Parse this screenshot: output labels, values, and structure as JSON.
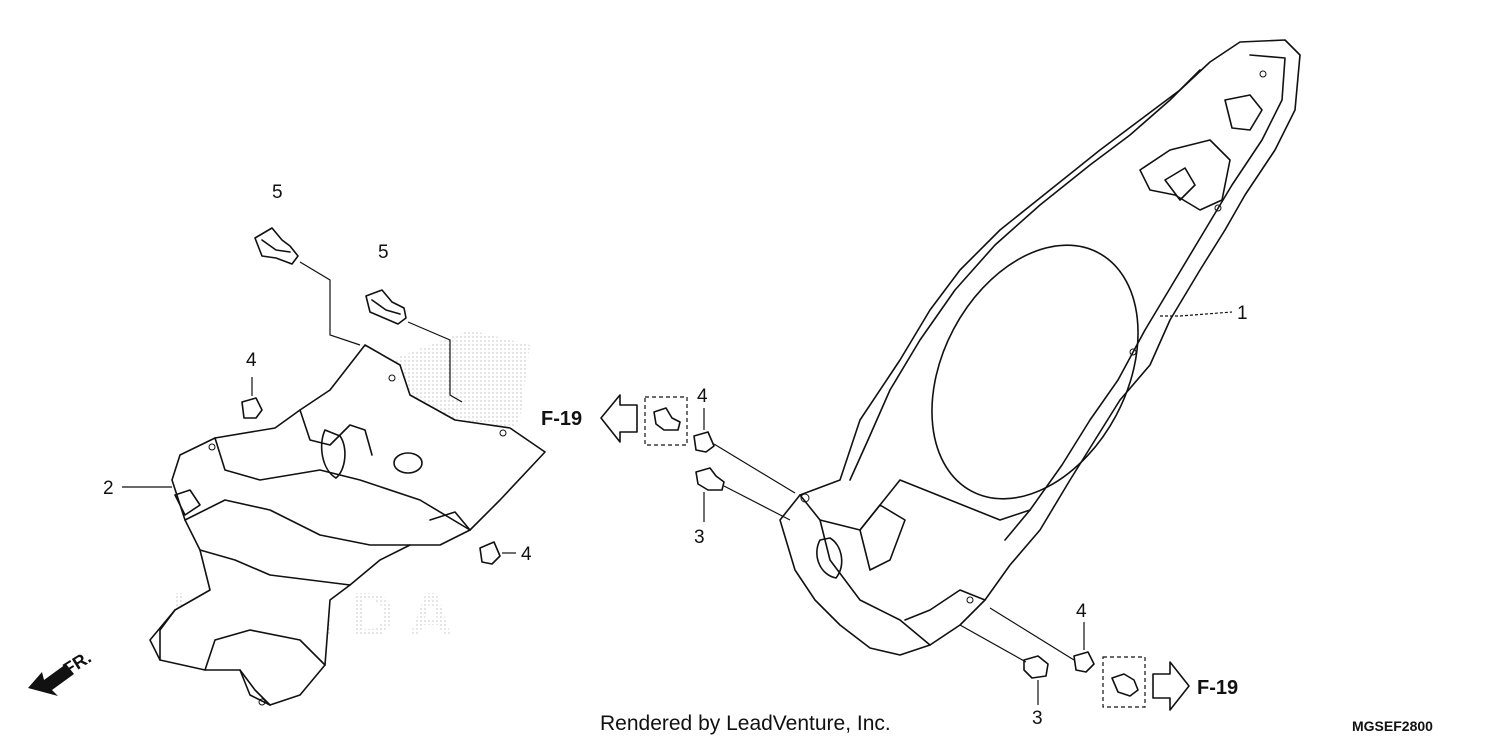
{
  "callouts": {
    "part_1": "1",
    "part_2": "2",
    "part_3_left": "3",
    "part_3_right": "3",
    "part_4_left_top": "4",
    "part_4_left_side": "4",
    "part_4_center": "4",
    "part_4_right": "4",
    "part_5_left": "5",
    "part_5_right": "5"
  },
  "references": {
    "left": "F-19",
    "right": "F-19"
  },
  "front_marker": "FR.",
  "watermark": "HONDA",
  "credit": "Rendered by LeadVenture, Inc.",
  "diagram_code": "MGSEF2800"
}
